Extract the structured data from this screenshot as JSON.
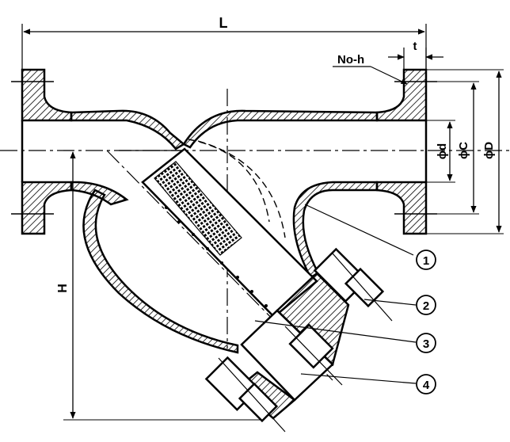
{
  "drawing": {
    "dimensions": {
      "length": "L",
      "thickness": "t",
      "holes": "No-h",
      "bore": "ϕd",
      "bolt_circle": "ϕC",
      "outer_diameter": "ϕD",
      "height": "H"
    },
    "callouts": [
      "1",
      "2",
      "3",
      "4"
    ],
    "colors": {
      "ink": "#000000",
      "section_fill": "#ffffff"
    }
  }
}
